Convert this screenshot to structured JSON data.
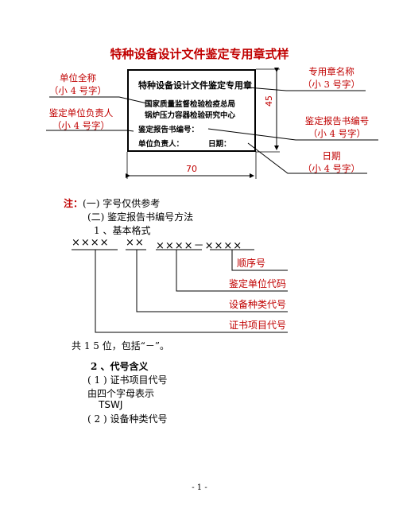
{
  "title": "特种设备设计文件鉴定专用章式样",
  "annotations": {
    "unit_full_name": {
      "name": "单位全称",
      "size": "（小 4 号字）"
    },
    "responsible": {
      "name": "鉴定单位负责人",
      "size": "（小 4 号字）"
    },
    "seal_name": {
      "name": "专用章名称",
      "size": "（小 3 号字）"
    },
    "report_no": {
      "name": "鉴定报告书编号",
      "size": "（小 4 号字）"
    },
    "date": {
      "name": "日期",
      "size": "（小 4 号字）"
    }
  },
  "stamp": {
    "heading": "特种设备设计文件鉴定专用章",
    "org_line1": "国家质量监督检验检疫总局",
    "org_line2": "锅炉压力容器检验研究中心",
    "report_label": "鉴定报告书编号：",
    "person_label": "单位负责人：",
    "date_label": "日期："
  },
  "dimensions": {
    "height": "45",
    "width": "70"
  },
  "notes": {
    "label": "注：",
    "item1": "(一) 字号仅供参考",
    "item2": "(二) 鉴定报告书编号方法",
    "sub1": "1 、基本格式"
  },
  "format": {
    "group1": "××××",
    "group2": "××",
    "group3": "××××－××××"
  },
  "format_labels": {
    "seq": "顺序号",
    "unit_code": "鉴定单位代码",
    "equip_code": "设备种类代号",
    "cert_code": "证书项目代号"
  },
  "total": "共 1 5 位，包括“－”。",
  "section2": {
    "heading": "2 、代号含义",
    "item1": "( 1 ) 证书项目代号",
    "desc": "由四个字母表示",
    "code": "TSWJ",
    "item2": "( 2 ) 设备种类代号"
  },
  "page_number": "- 1 -"
}
